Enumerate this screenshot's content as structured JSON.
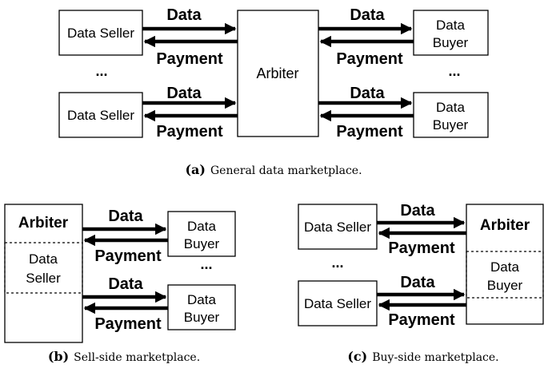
{
  "panel_a": {
    "seller_label": "Data Seller",
    "buyer_line1": "Data",
    "buyer_line2": "Buyer",
    "arbiter_label": "Arbiter",
    "data_label": "Data",
    "payment_label": "Payment",
    "ellipsis": "...",
    "caption_letter": "(a)",
    "caption_text": "General data marketplace."
  },
  "panel_b": {
    "arbiter_label": "Arbiter",
    "inner_line1": "Data",
    "inner_line2": "Seller",
    "buyer_line1": "Data",
    "buyer_line2": "Buyer",
    "data_label": "Data",
    "payment_label": "Payment",
    "ellipsis": "...",
    "caption_letter": "(b)",
    "caption_text": "Sell-side marketplace."
  },
  "panel_c": {
    "seller_label": "Data Seller",
    "arbiter_label": "Arbiter",
    "inner_line1": "Data",
    "inner_line2": "Buyer",
    "data_label": "Data",
    "payment_label": "Payment",
    "ellipsis": "...",
    "caption_letter": "(c)",
    "caption_text": "Buy-side marketplace."
  }
}
